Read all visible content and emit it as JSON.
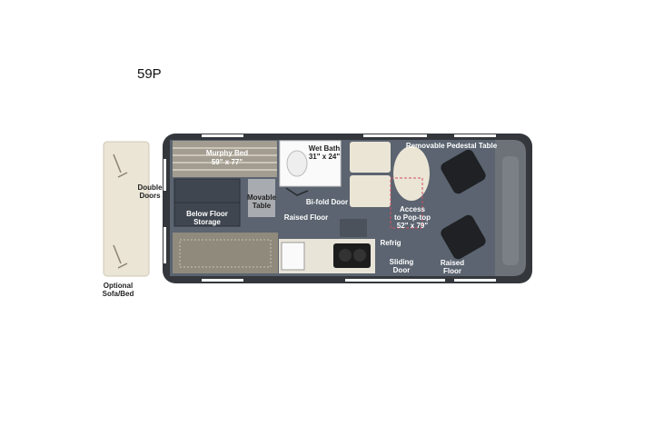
{
  "model_name": "59P",
  "labels": {
    "murphy_bed": "Murphy Bed",
    "murphy_bed_size": "59\" x 77\"",
    "wet_bath": "Wet Bath",
    "wet_bath_size": "31\" x 24\"",
    "double_doors_1": "Double",
    "double_doors_2": "Doors",
    "movable_table_1": "Movable",
    "movable_table_2": "Table",
    "below_floor_storage_1": "Below Floor",
    "below_floor_storage_2": "Storage",
    "bi_fold_door": "Bi-fold Door",
    "raised_floor_rear": "Raised Floor",
    "removable_table": "Removable Pedestal Table",
    "access_1": "Access",
    "access_2": "to Pop-top",
    "access_3": "52\" x 79\"",
    "refrig": "Refrig",
    "sliding_door_1": "Sliding",
    "sliding_door_2": "Door",
    "raised_floor_front_1": "Raised",
    "raised_floor_front_2": "Floor",
    "optional_1": "Optional",
    "optional_2": "Sofa/Bed"
  },
  "colors": {
    "van_body": "#3a3d42",
    "floor": "#5b6470",
    "upholstery": "#e8e2d2",
    "bed": "#8f8a7c"
  }
}
